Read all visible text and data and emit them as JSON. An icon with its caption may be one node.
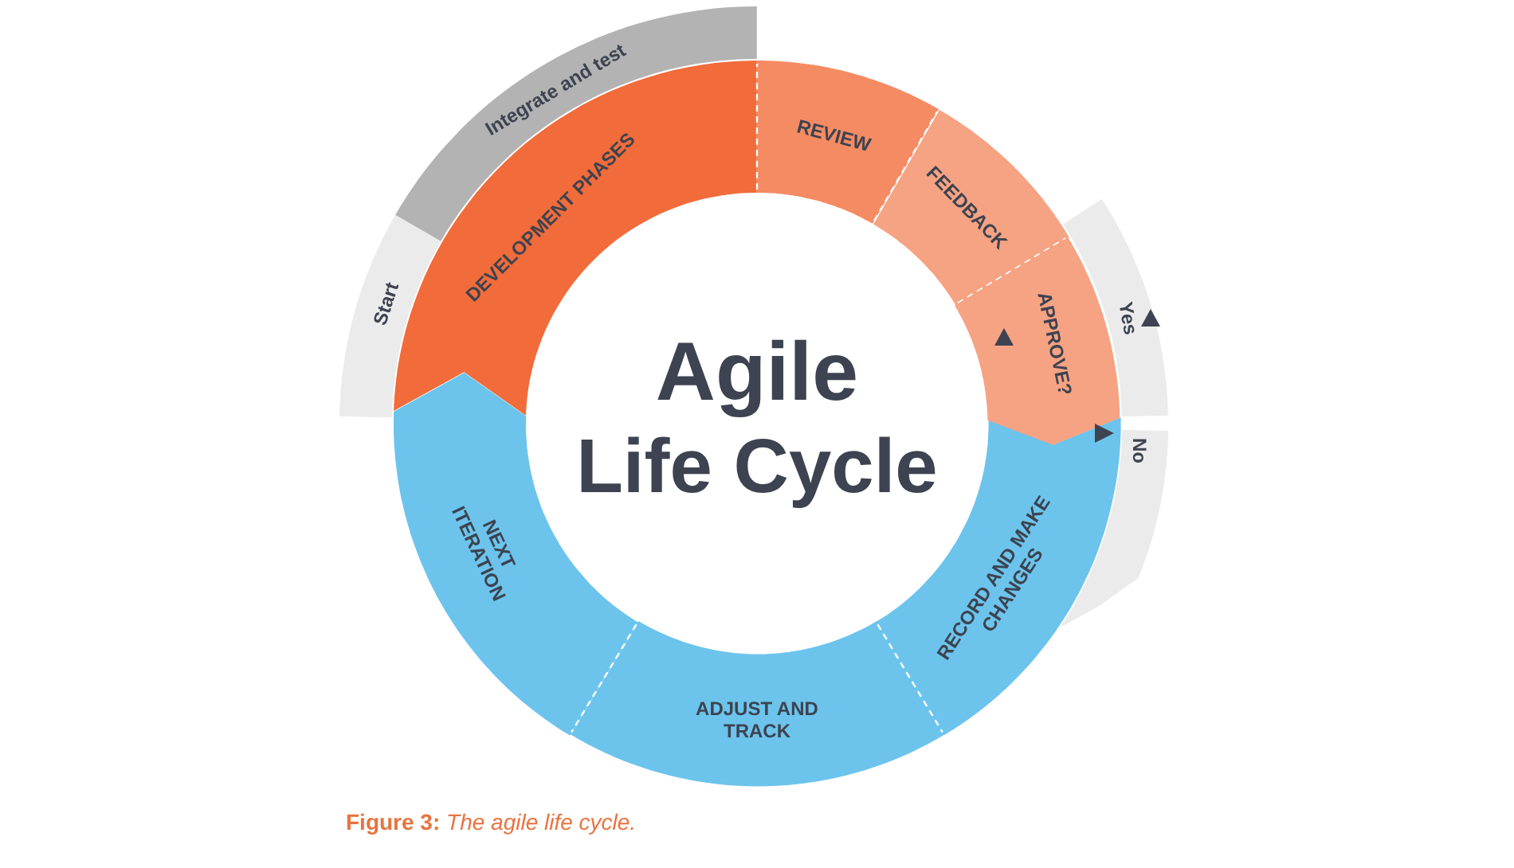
{
  "diagram": {
    "title": "Agile Life Cycle",
    "caption": "**Figure 3:** *The agile life cycle.*",
    "nodes": [
      {
        "text": [
          "Integrate and test"
        ]
      },
      {
        "text": [
          "Start"
        ]
      },
      {
        "text": [
          "DEVELOPMENT PHASES"
        ]
      },
      {
        "text": [
          "REVIEW"
        ]
      },
      {
        "text": [
          "FEEDBACK"
        ]
      },
      {
        "text": [
          "APPROVE?"
        ]
      },
      {
        "text": [
          "Yes"
        ]
      },
      {
        "text": [
          "No"
        ]
      },
      {
        "text": [
          "RECORD AND MAKE CHANGES"
        ]
      },
      {
        "text": [
          "ADJUST AND TRACK"
        ]
      },
      {
        "text": [
          "NEXT ITERATION"
        ]
      }
    ]
  }
}
